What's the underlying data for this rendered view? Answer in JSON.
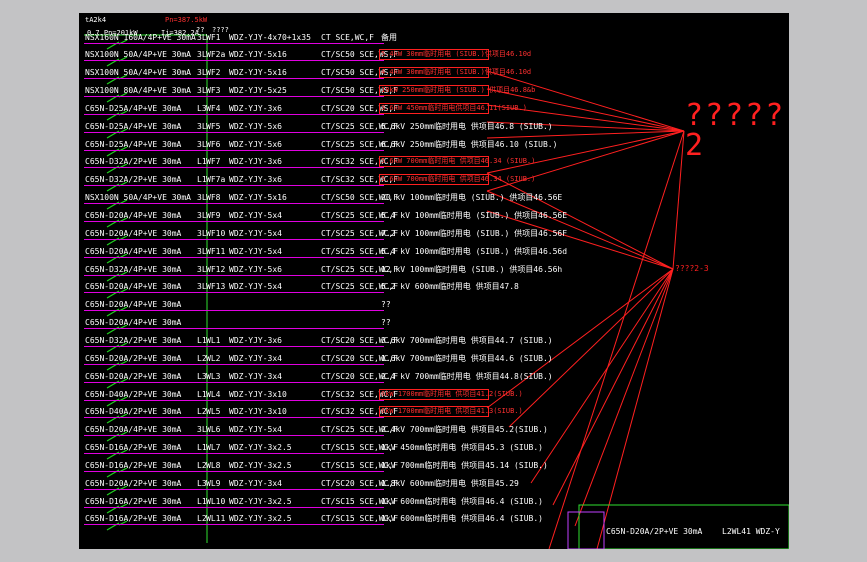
{
  "header": {
    "panel_id": "tA2k4",
    "pn_label": "Pn=387.5kW",
    "kx_line": "0.7  Pn=201kW",
    "ij_label": "Ij=382.2A",
    "q1": "??",
    "q2": "????"
  },
  "circuits": [
    {
      "breaker": "NSX160N  160A/4P+VE  30mA",
      "phase": "3L",
      "circuit": "WF1",
      "cable": "WDZ-YJY-4x70+1x35",
      "conduit": "CT SCE,WC,F"
    },
    {
      "breaker": "NSX100N  50A/4P+VE  30mA",
      "phase": "3L",
      "circuit": "WF2a",
      "cable": "WDZ-YJY-5x16",
      "conduit": "CT/SC50 SCE,WS,F"
    },
    {
      "breaker": "NSX100N  50A/4P+VE  30mA",
      "phase": "3L",
      "circuit": "WF2",
      "cable": "WDZ-YJY-5x16",
      "conduit": "CT/SC50 SCE,WS,F"
    },
    {
      "breaker": "NSX100N  80A/4P+VE  30mA",
      "phase": "3L",
      "circuit": "WF3",
      "cable": "WDZ-YJY-5x25",
      "conduit": "CT/SC50 SCE,WS,F"
    },
    {
      "breaker": "C65N-D25A/4P+VE  30mA",
      "phase": "L3",
      "circuit": "WF4",
      "cable": "WDZ-YJY-3x6",
      "conduit": "CT/SC20 SCE,WS,F"
    },
    {
      "breaker": "C65N-D25A/4P+VE  30mA",
      "phase": "3L",
      "circuit": "WF5",
      "cable": "WDZ-YJY-5x6",
      "conduit": "CT/SC25 SCE,WC,F"
    },
    {
      "breaker": "C65N-D25A/4P+VE  30mA",
      "phase": "3L",
      "circuit": "WF6",
      "cable": "WDZ-YJY-5x6",
      "conduit": "CT/SC25 SCE,WC,F"
    },
    {
      "breaker": "C65N-D32A/2P+VE  30mA",
      "phase": "L1",
      "circuit": "WF7",
      "cable": "WDZ-YJY-3x6",
      "conduit": "CT/SC32 SCE,WC,F"
    },
    {
      "breaker": "C65N-D32A/2P+VE  30mA",
      "phase": "L1",
      "circuit": "WF7a",
      "cable": "WDZ-YJY-3x6",
      "conduit": "CT/SC32 SCE,WC,F"
    },
    {
      "breaker": "NSX100N  50A/4P+VE  30mA",
      "phase": "3L",
      "circuit": "WF8",
      "cable": "WDZ-YJY-5x16",
      "conduit": "CT/SC50 SCE,WC,F"
    },
    {
      "breaker": "C65N-D20A/4P+VE  30mA",
      "phase": "3L",
      "circuit": "WF9",
      "cable": "WDZ-YJY-5x4",
      "conduit": "CT/SC25 SCE,WC,F"
    },
    {
      "breaker": "C65N-D20A/4P+VE  30mA",
      "phase": "3L",
      "circuit": "WF10",
      "cable": "WDZ-YJY-5x4",
      "conduit": "CT/SC25 SCE,WC,F"
    },
    {
      "breaker": "C65N-D20A/4P+VE  30mA",
      "phase": "3L",
      "circuit": "WF11",
      "cable": "WDZ-YJY-5x4",
      "conduit": "CT/SC25 SCE,WC,F"
    },
    {
      "breaker": "C65N-D32A/4P+VE  30mA",
      "phase": "3L",
      "circuit": "WF12",
      "cable": "WDZ-YJY-5x6",
      "conduit": "CT/SC25 SCE,WC,F"
    },
    {
      "breaker": "C65N-D20A/4P+VE  30mA",
      "phase": "3L",
      "circuit": "WF13",
      "cable": "WDZ-YJY-5x4",
      "conduit": "CT/SC25 SCE,WC,F"
    },
    {
      "breaker": "C65N-D20A/4P+VE  30mA",
      "phase": "",
      "circuit": "",
      "cable": "",
      "conduit": ""
    },
    {
      "breaker": "C65N-D20A/4P+VE  30mA",
      "phase": "",
      "circuit": "",
      "cable": "",
      "conduit": ""
    },
    {
      "breaker": "C65N-D32A/2P+VE  30mA",
      "phase": "L1",
      "circuit": "WL1",
      "cable": "WDZ-YJY-3x6",
      "conduit": "CT/SC20 SCE,WC,F"
    },
    {
      "breaker": "C65N-D20A/2P+VE  30mA",
      "phase": "L2",
      "circuit": "WL2",
      "cable": "WDZ-YJY-3x4",
      "conduit": "CT/SC20 SCE,WC,F"
    },
    {
      "breaker": "C65N-D20A/2P+VE  30mA",
      "phase": "L3",
      "circuit": "WL3",
      "cable": "WDZ-YJY-3x4",
      "conduit": "CT/SC20 SCE,WC,F"
    },
    {
      "breaker": "C65N-D40A/2P+VE  30mA",
      "phase": "L1",
      "circuit": "WL4",
      "cable": "WDZ-YJY-3x10",
      "conduit": "CT/SC32 SCE,WC,F"
    },
    {
      "breaker": "C65N-D40A/2P+VE  30mA",
      "phase": "L2",
      "circuit": "WL5",
      "cable": "WDZ-YJY-3x10",
      "conduit": "CT/SC32 SCE,WC,F"
    },
    {
      "breaker": "C65N-D20A/4P+VE  30mA",
      "phase": "3L",
      "circuit": "WL6",
      "cable": "WDZ-YJY-5x4",
      "conduit": "CT/SC25 SCE,WC,F"
    },
    {
      "breaker": "C65N-D16A/2P+VE  30mA",
      "phase": "L1",
      "circuit": "WL7",
      "cable": "WDZ-YJY-3x2.5",
      "conduit": "CT/SC15 SCE,WC,F"
    },
    {
      "breaker": "C65N-D16A/2P+VE  30mA",
      "phase": "L2",
      "circuit": "WL8",
      "cable": "WDZ-YJY-3x2.5",
      "conduit": "CT/SC15 SCE,WC,F"
    },
    {
      "breaker": "C65N-D20A/2P+VE  30mA",
      "phase": "L3",
      "circuit": "WL9",
      "cable": "WDZ-YJY-3x4",
      "conduit": "CT/SC20 SCE,WC,F"
    },
    {
      "breaker": "C65N-D16A/2P+VE  30mA",
      "phase": "L1",
      "circuit": "WL10",
      "cable": "WDZ-YJY-3x2.5",
      "conduit": "CT/SC15 SCE,WC,F"
    },
    {
      "breaker": "C65N-D16A/2P+VE  30mA",
      "phase": "L2",
      "circuit": "WL11",
      "cable": "WDZ-YJY-3x2.5",
      "conduit": "CT/SC15 SCE,WC,F"
    }
  ],
  "descriptions": [
    {
      "text": "备用",
      "color": "#ffffff"
    },
    {
      "text": "5.4kW 30mm临时用电 (SIUB.)供项目46.10d",
      "color": "#ff3030"
    },
    {
      "text": "4.4kW 30mm临时用电 (SIUB.)供项目46.10d",
      "color": "#ff3030"
    },
    {
      "text": "18kW 250mm临时用电 (SIUB.) 供项目46.8&b",
      "color": "#ff3030"
    },
    {
      "text": "3.6kW 450mm临时用电供项目46.11(SIUB.)",
      "color": "#ff3030"
    },
    {
      "text": "5.6kV  250mm临时用电  供项目46.8 (SIUB.)",
      "color": "#ffffff"
    },
    {
      "text": "6.6kV  250mm临时用电  供项目46.10 (SIUB.)",
      "color": "#ffffff"
    },
    {
      "text": "5.6kW 700mm临时用电 供项目46.34 (SIUB.)",
      "color": "#ff3030"
    },
    {
      "text": "5.6kW 700mm临时用电 供项目46.34 (SIUB.)",
      "color": "#ff3030"
    },
    {
      "text": "20 kV  100mm临时用电 (SIUB.)  供项目46.56E",
      "color": "#ffffff"
    },
    {
      "text": "5.4 kV  100mm临时用电 (SIUB.)  供项目46.56E",
      "color": "#ffffff"
    },
    {
      "text": "7.2 kV  100mm临时用电 (SIUB.)  供项目46.56F",
      "color": "#ffffff"
    },
    {
      "text": "5.4 kV  100mm临时用电 (SIUB.)  供项目46.56d",
      "color": "#ffffff"
    },
    {
      "text": "12 kV  100mm临时用电 (SIUB.)  供项目46.56h",
      "color": "#ffffff"
    },
    {
      "text": "5.2 kV  600mm临时用电  供项目47.8",
      "color": "#ffffff"
    },
    {
      "text": "??",
      "color": "#ffffff"
    },
    {
      "text": "??",
      "color": "#ffffff"
    },
    {
      "text": "3.6kV  700mm临时用电  供项目44.7 (SIUB.)",
      "color": "#ffffff"
    },
    {
      "text": "1.6kV  700mm临时用电  供项目44.6 (SIUB.)",
      "color": "#ffffff"
    },
    {
      "text": "2.4 kV  700mm临时用电 供项目44.8(SIUB.)",
      "color": "#ffffff"
    },
    {
      "text": "6kW 1700mm临时用电 供项目41.2(SIUB.)",
      "color": "#ff3030"
    },
    {
      "text": "6kW 1700mm临时用电 供项目41.3(SIUB.)",
      "color": "#ff3030"
    },
    {
      "text": "2.4kV  700mm临时用电 供项目45.2(SIUB.)",
      "color": "#ffffff"
    },
    {
      "text": "1kV  450mm临时用电  供项目45.3 (SIUB.)",
      "color": "#ffffff"
    },
    {
      "text": "1kV  700mm临时用电  供项目45.14 (SIUB.)",
      "color": "#ffffff"
    },
    {
      "text": "1.8kV  600mm临时用电  供项目45.29",
      "color": "#ffffff"
    },
    {
      "text": "1kV  600mm临时用电  供项目46.4 (SIUB.)",
      "color": "#ffffff"
    },
    {
      "text": "1kV  600mm临时用电  供项目46.4 (SIUB.)",
      "color": "#ffffff"
    }
  ],
  "annotations": {
    "big_label": "?????2",
    "mid_label": "????2-3",
    "corner_breaker": "C65N-D20A/2P+VE  30mA",
    "corner_circuit": "L2WL41 WDZ-Y"
  },
  "colors": {
    "canvas": "#000000",
    "outer": "#c3c3c5",
    "distribution_line": "#e000e0",
    "leader": "#ff2020",
    "bus": "#30e030",
    "symbol": "#20d020"
  }
}
